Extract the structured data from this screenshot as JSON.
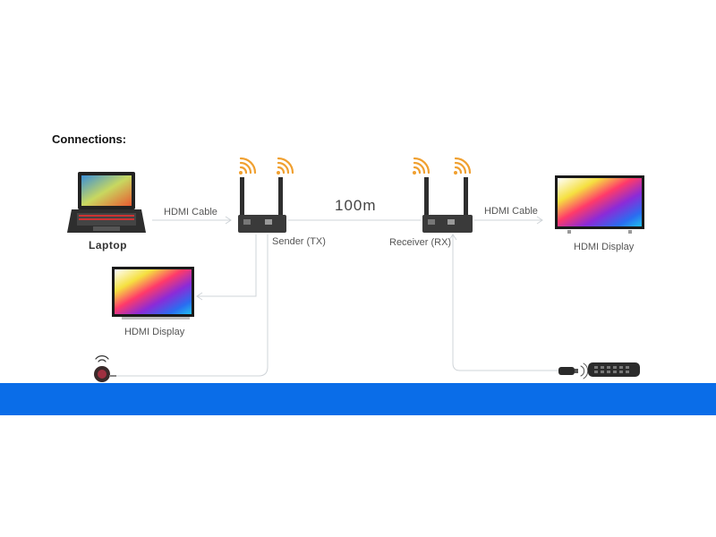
{
  "heading": "Connections:",
  "laptop_label": "Laptop",
  "hdmi_cable_left": "HDMI Cable",
  "hdmi_cable_right": "HDMI Cable",
  "distance": "100m",
  "sender_label": "Sender (TX)",
  "receiver_label": "Receiver (RX)",
  "display_right_label": "HDMI Display",
  "display_bottom_label": "HDMI Display",
  "colors": {
    "bar": "#0a6de8",
    "wifi": "#f0a030",
    "line": "#cfd4d8",
    "device": "#3a3a3a"
  }
}
